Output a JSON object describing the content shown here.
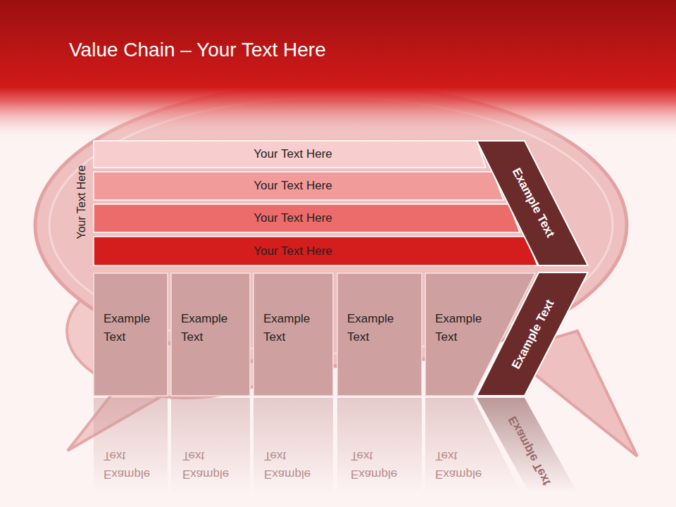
{
  "diagram": {
    "title": "Value Chain – Your Text Here",
    "nodes": [
      {
        "text": [
          "Your Text Here"
        ]
      },
      {
        "text": [
          "Your Text Here"
        ]
      },
      {
        "text": [
          "Your Text Here"
        ]
      },
      {
        "text": [
          "Your Text Here"
        ]
      },
      {
        "text": [
          "Example Text"
        ]
      },
      {
        "text": [
          "Example Text"
        ]
      },
      {
        "text": [
          "Example Text"
        ]
      },
      {
        "text": [
          "Example Text"
        ]
      },
      {
        "text": [
          "Example Text"
        ]
      },
      {
        "text": [
          "Example Text"
        ]
      },
      {
        "text": [
          "Example Text"
        ]
      }
    ],
    "labels": [
      "Your Text Here",
      "Example Text",
      "Example Text",
      "Example Text",
      "Example Text",
      "Example Text",
      "Example Text"
    ]
  }
}
